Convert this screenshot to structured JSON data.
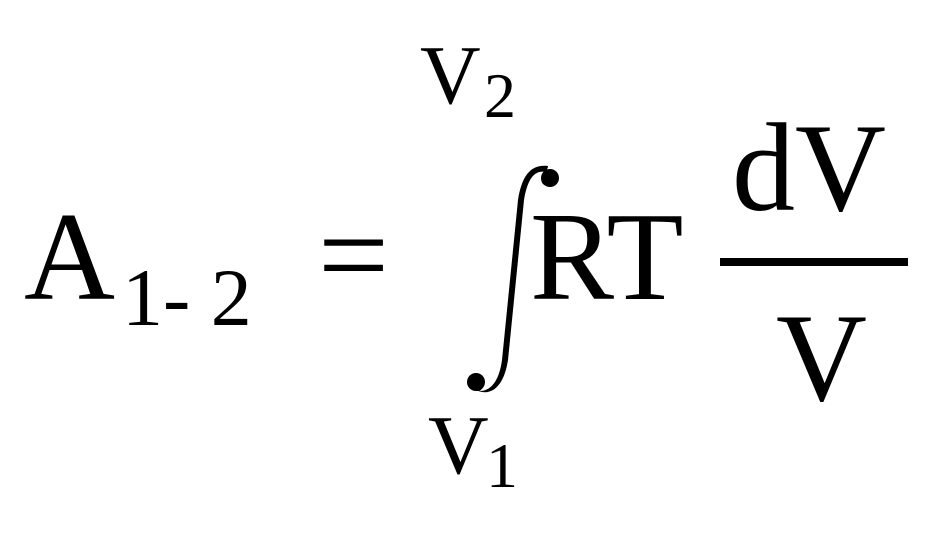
{
  "formula": {
    "lhs": {
      "symbol": "A",
      "subscript": "1- 2"
    },
    "equals": "=",
    "integral": {
      "lower_limit": {
        "symbol": "V",
        "subscript": "1"
      },
      "upper_limit": {
        "symbol": "V",
        "subscript": "2"
      },
      "integrand": "RT"
    },
    "fraction": {
      "numerator": "dV",
      "denominator": "V"
    }
  },
  "colors": {
    "text": "#000000",
    "background": "#ffffff"
  }
}
